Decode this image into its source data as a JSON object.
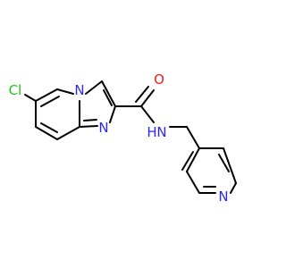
{
  "molecule": {
    "atoms": {
      "cl": {
        "text": "Cl",
        "color": "#1fbf1f"
      },
      "n_bridge": {
        "text": "N",
        "color": "#2a2af0"
      },
      "n_imine": {
        "text": "N",
        "color": "#2a2af0"
      },
      "o_carbonyl": {
        "text": "O",
        "color": "#ee1c1c"
      },
      "n_amide": {
        "text": "N",
        "color": "#2a2af0"
      },
      "h_amide": {
        "text": "H",
        "color": "#2a2af0"
      },
      "n_pyridine": {
        "text": "N",
        "color": "#2a2af0"
      }
    }
  }
}
